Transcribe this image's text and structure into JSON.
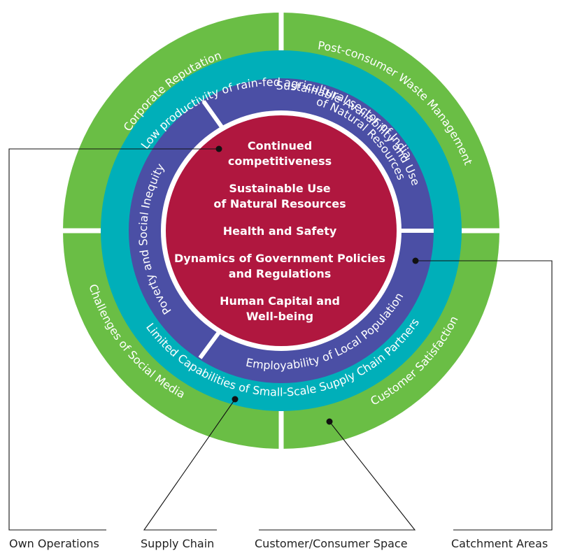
{
  "colors": {
    "outer_ring": "#6abe45",
    "mid_ring": "#00afb9",
    "inner_ring": "#4b4fa5",
    "core": "#b0173f",
    "text": "#ffffff"
  },
  "rings": {
    "outer": [
      "Corporate Reputation",
      "Post-consumer Waste Management",
      "Challenges of Social Media",
      "Customer Satisfaction"
    ],
    "supply_chain": [
      "Low productivity of rain-fed agricultural sector of India",
      "Limited Capabilities of Small-Scale Supply Chain Partners"
    ],
    "catchment": {
      "top_right_line1": "Sustainable Availability and Use",
      "top_right_line2": "of Natural Resources",
      "left": "Poverty and Social Inequity",
      "bottom": "Employability of Local Population"
    }
  },
  "core": {
    "items": [
      "Continued",
      "competitiveness",
      "Sustainable Use",
      "of Natural Resources",
      "Health and Safety",
      "Dynamics of Government Policies",
      "and Regulations",
      "Human Capital and",
      "Well-being"
    ]
  },
  "legend": [
    "Own Operations",
    "Supply Chain",
    "Customer/Consumer Space",
    "Catchment Areas"
  ]
}
